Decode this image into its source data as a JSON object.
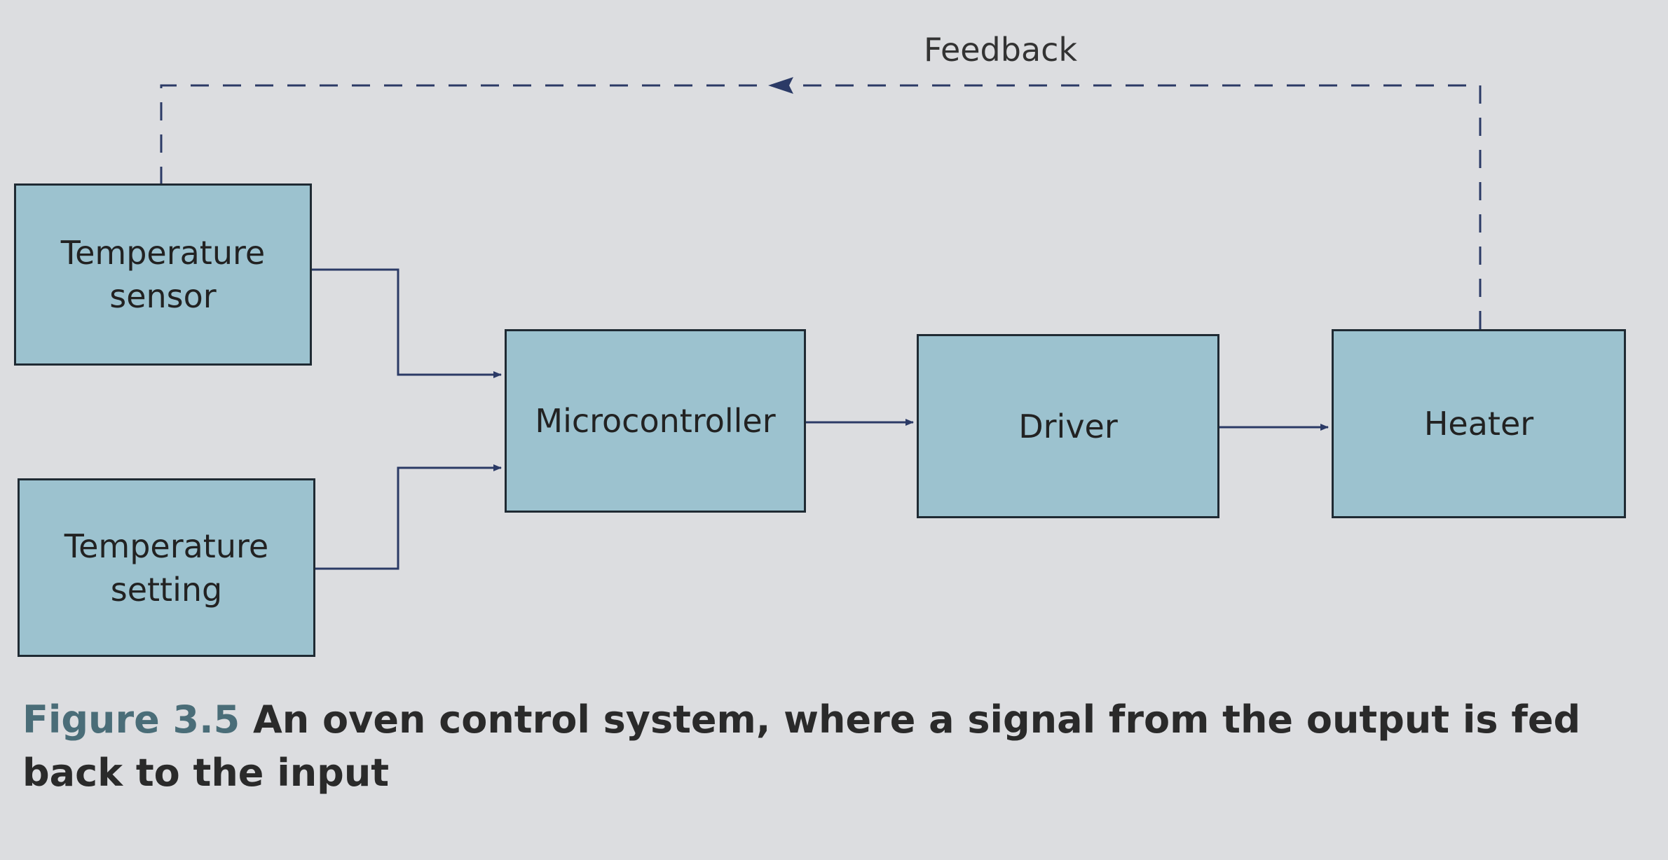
{
  "diagram": {
    "feedback_label": "Feedback",
    "blocks": {
      "sensor": [
        "Temperature",
        "sensor"
      ],
      "setting": [
        "Temperature",
        "setting"
      ],
      "microcontroller": "Microcontroller",
      "driver": "Driver",
      "heater": "Heater"
    }
  },
  "caption": {
    "label": "Figure 3.5",
    "text": " An oven control system, where a signal from the output is fed back to the input"
  },
  "colors": {
    "block_fill": "#9cc2cf",
    "block_border": "#1f2a33",
    "line": "#2b3a66",
    "caption_label": "#4a6d78"
  }
}
